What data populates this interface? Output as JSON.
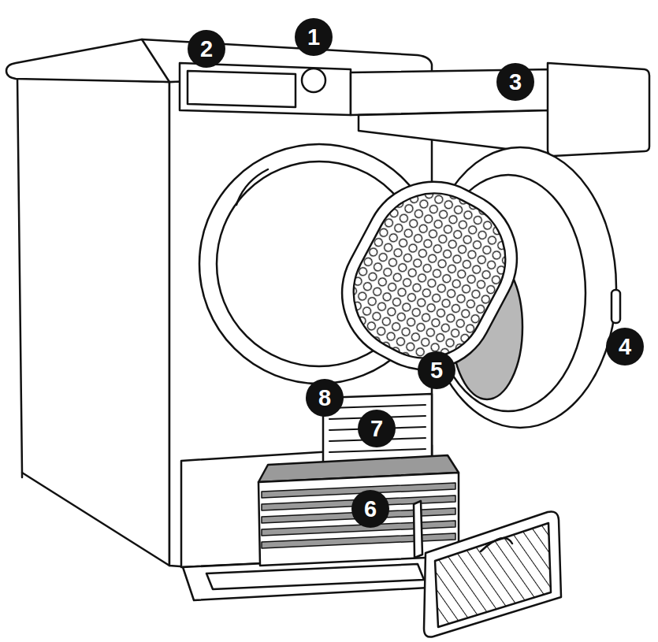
{
  "diagram": {
    "nodes": [
      {
        "text": [
          "2"
        ]
      },
      {
        "text": [
          "1"
        ]
      },
      {
        "text": [
          "3"
        ]
      },
      {
        "text": [
          "4"
        ]
      },
      {
        "text": [
          "5"
        ]
      },
      {
        "text": [
          "8"
        ]
      },
      {
        "text": [
          "7"
        ]
      },
      {
        "text": [
          "6"
        ]
      }
    ]
  }
}
